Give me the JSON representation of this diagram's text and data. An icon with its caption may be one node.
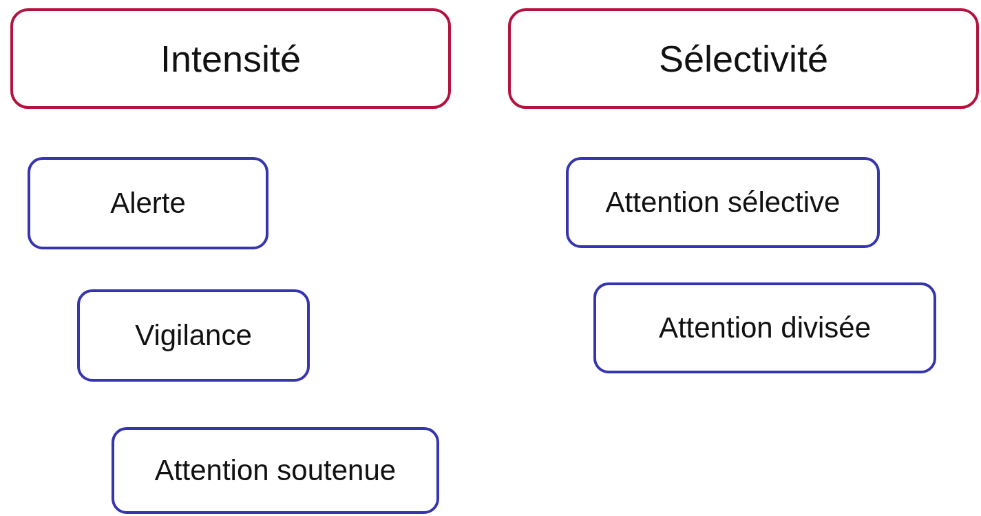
{
  "diagram": {
    "nodes": [
      {
        "text": [
          "Intensité"
        ]
      },
      {
        "text": [
          "Sélectivité"
        ]
      },
      {
        "text": [
          "Alerte"
        ]
      },
      {
        "text": [
          "Vigilance"
        ]
      },
      {
        "text": [
          "Attention soutenue"
        ]
      },
      {
        "text": [
          "Attention sélective"
        ]
      },
      {
        "text": [
          "Attention divisée"
        ]
      }
    ]
  }
}
